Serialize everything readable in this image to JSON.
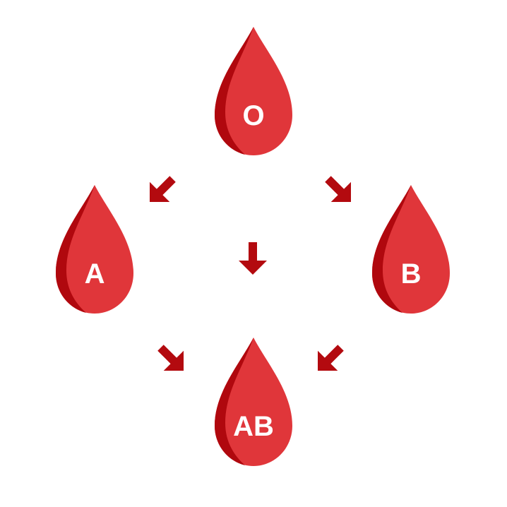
{
  "colors": {
    "drop_main": "#e0363a",
    "drop_shade": "#b0080e",
    "arrow": "#b30a0f",
    "label": "#ffffff",
    "background": "#ffffff"
  },
  "drops": {
    "o": {
      "label": "O"
    },
    "a": {
      "label": "A"
    },
    "b": {
      "label": "B"
    },
    "ab": {
      "label": "AB"
    }
  },
  "arrows": [
    {
      "from": "O",
      "to": "A",
      "icon": "arrow-down-left-icon"
    },
    {
      "from": "O",
      "to": "B",
      "icon": "arrow-down-right-icon"
    },
    {
      "from": "O",
      "to": "AB",
      "icon": "arrow-down-icon"
    },
    {
      "from": "A",
      "to": "AB",
      "icon": "arrow-down-right-icon"
    },
    {
      "from": "B",
      "to": "AB",
      "icon": "arrow-down-left-icon"
    }
  ]
}
